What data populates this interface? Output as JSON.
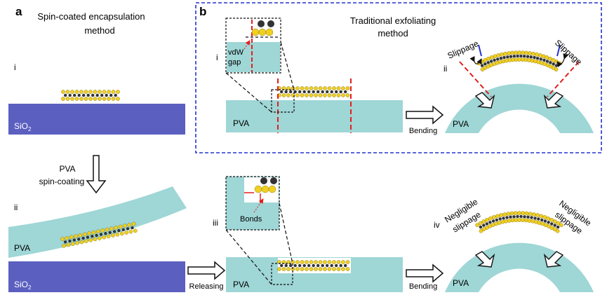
{
  "panel_a": {
    "letter": "a",
    "title_line1": "Spin-coated encapsulation",
    "title_line2": "method",
    "step_i": "i",
    "step_ii": "ii",
    "spin_line1": "PVA",
    "spin_line2": "spin-coating",
    "sio2_main": "SiO",
    "sio2_sub": "2",
    "pva": "PVA",
    "releasing": "Releasing"
  },
  "panel_b": {
    "letter": "b",
    "title_line1": "Traditional exfoliating",
    "title_line2": "method",
    "step_i": "i",
    "step_ii": "ii",
    "vdw_line1": "vdW",
    "vdw_line2": "gap",
    "pva": "PVA",
    "bending": "Bending",
    "slippage": "Slippage"
  },
  "panel_c": {
    "step_iii": "iii",
    "step_iv": "iv",
    "bonds": "Bonds",
    "pva": "PVA",
    "bending": "Bending",
    "negligible": "Negligible",
    "slippage": "slippage"
  },
  "colors": {
    "substrate": "#5b5fc0",
    "pva": "#9fd6d6",
    "atom_yellow": "#f0d020",
    "atom_dark": "#333333",
    "dash_red": "#e02020",
    "dash_blue": "#2233cc"
  }
}
